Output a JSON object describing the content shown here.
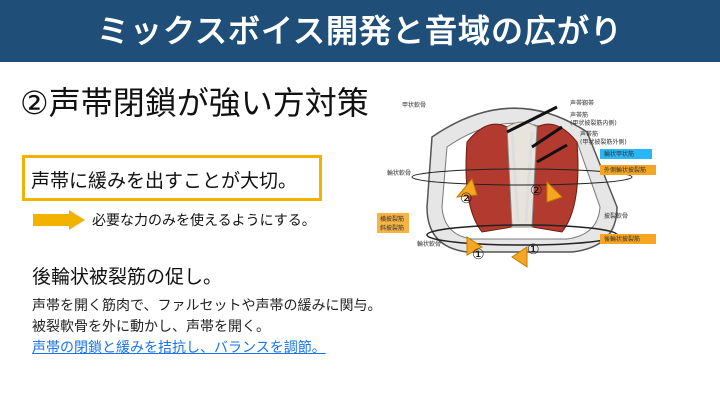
{
  "header": {
    "title": "ミックスボイス開発と音域の広がり"
  },
  "subtitle": "②声帯閉鎖が強い方対策",
  "callout": "声帯に緩みを出すことが大切。",
  "arrow_text": "必要な力のみを使えるようにする。",
  "section_heading": "後輪状被裂筋の促し。",
  "description": {
    "line1": "声帯を開く筋肉で、ファルセットや声帯の緩みに関与。",
    "line2": "被裂軟骨を外に動かし、声帯を開く。",
    "link": "声帯の閉鎖と緩みを拮抗し、バランスを調節。"
  },
  "figure_labels": {
    "thyroid": "甲状軟骨",
    "vocal_ligament": "声帯靱帯",
    "vocal_muscle": "声帯筋",
    "vocal_muscle_sub": "(甲状披裂筋内側)",
    "vocal_muscle2": "声帯筋",
    "vocal_muscle2_sub": "(甲状披裂筋外側)",
    "cricothyroid": "輪状甲状筋",
    "lateral_cricoarytenoid": "外側輪状披裂筋",
    "cricoid": "輪状軟骨",
    "transverse": "横披裂筋",
    "oblique": "斜披裂筋",
    "arytenoid": "披裂軟骨",
    "cricoid2": "輪状軟骨",
    "posterior": "後輪状披裂筋",
    "marker1": "①",
    "marker2": "②"
  },
  "colors": {
    "banner": "#1f4e79",
    "accent": "#f2b300",
    "link": "#1a73e8",
    "label_blue": "#29b6f6",
    "label_orange": "#f6a623"
  }
}
